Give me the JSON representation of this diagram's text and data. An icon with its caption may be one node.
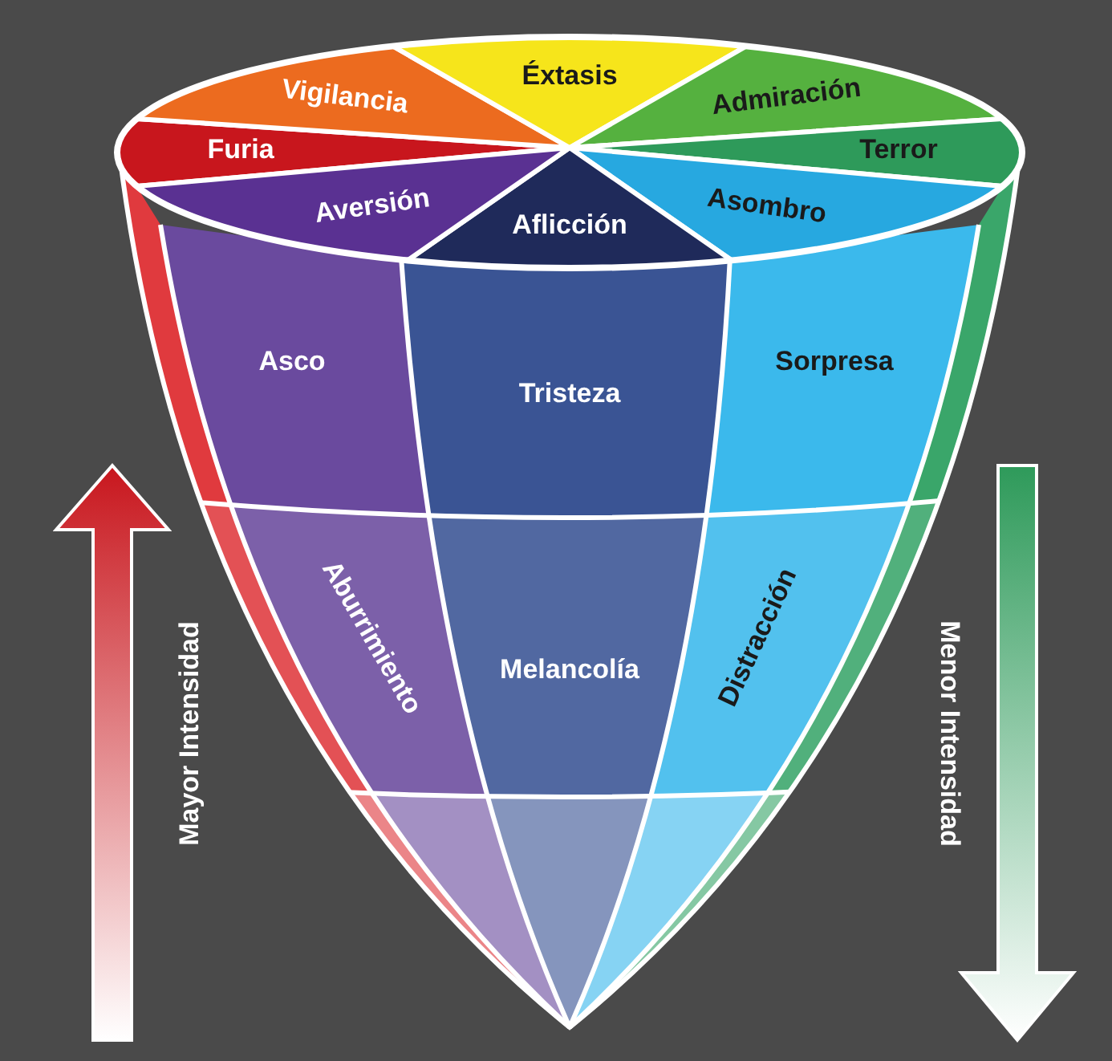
{
  "diagram": {
    "labels": [
      "Éxtasis",
      "Vigilancia",
      "Admiración",
      "Furia",
      "Terror",
      "Aversión",
      "Asombro",
      "Aflicción",
      "Asco",
      "Tristeza",
      "Sorpresa",
      "Aburrimiento",
      "Melancolía",
      "Distracción",
      "Mayor Intensidad",
      "Menor Intensidad"
    ]
  }
}
